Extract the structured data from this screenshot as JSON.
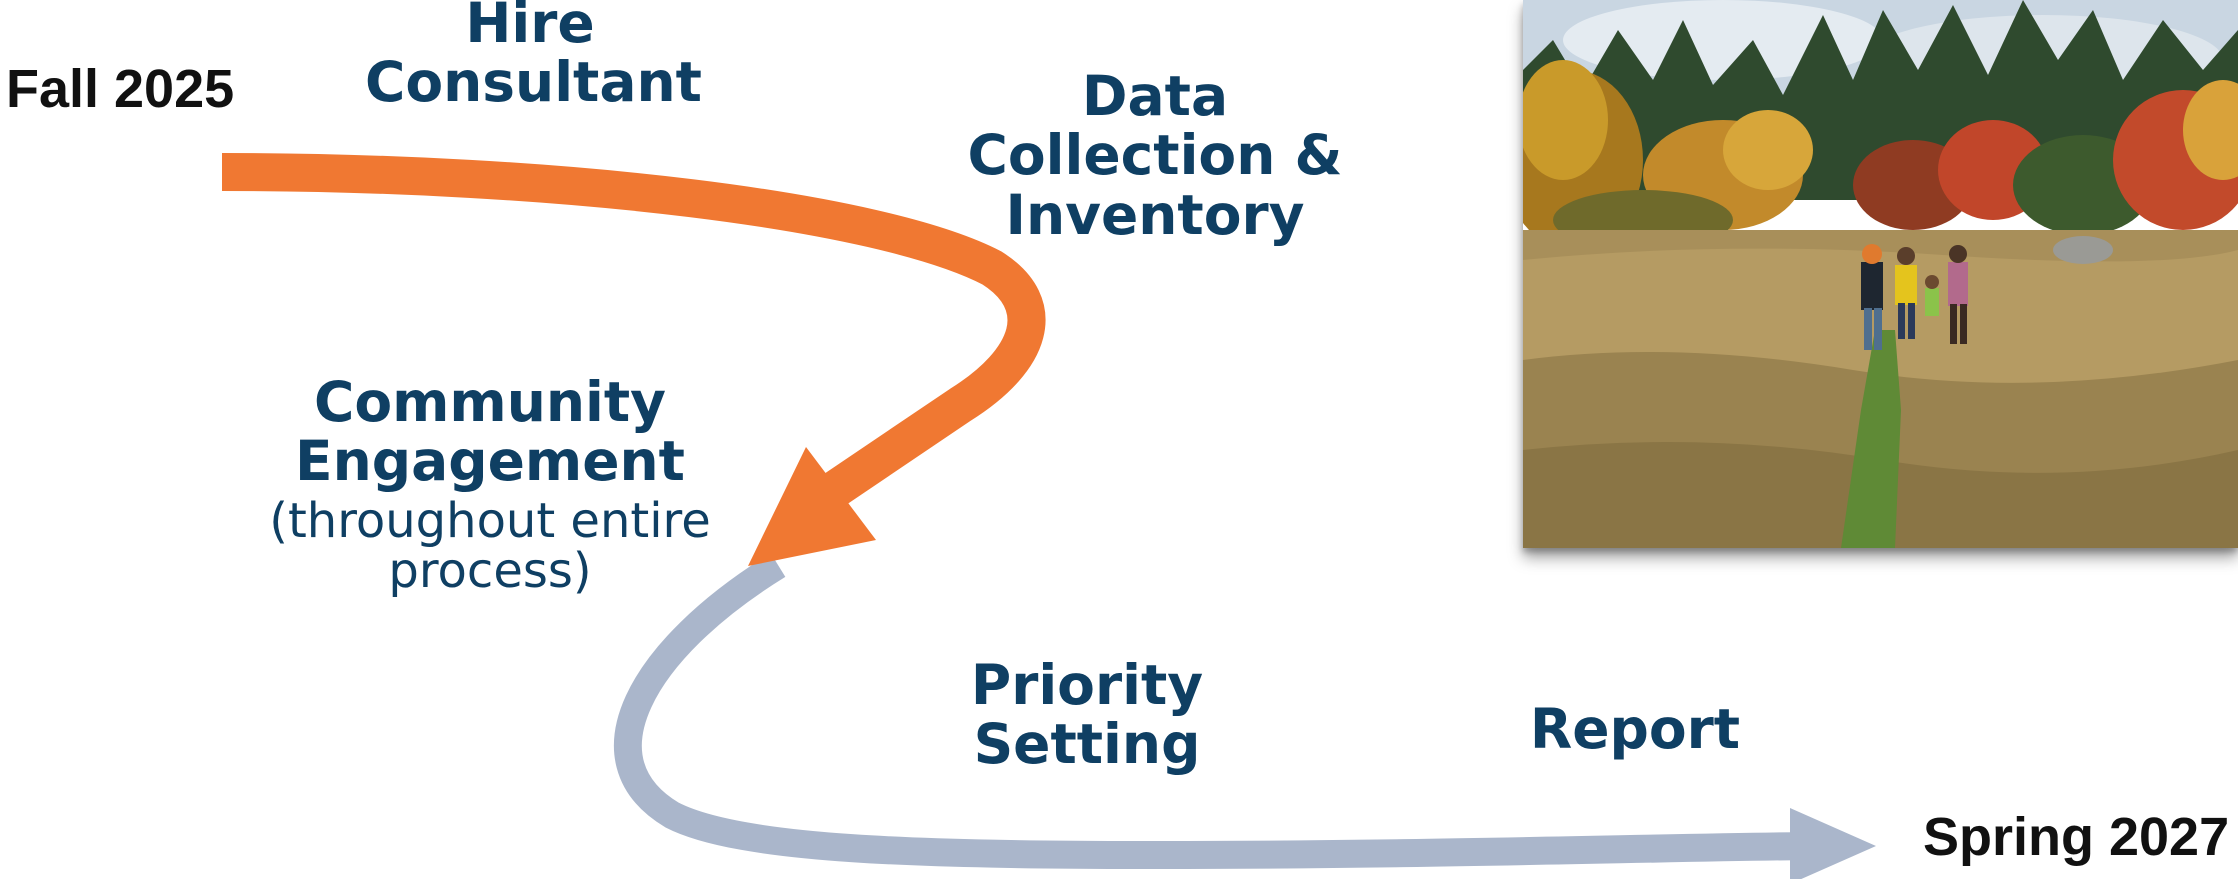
{
  "start_label": "Fall 2025",
  "end_label": "Spring 2027",
  "stages": {
    "hire": {
      "line1": "Hire",
      "line2": "Consultant"
    },
    "data": {
      "line1": "Data",
      "line2": "Collection &",
      "line3": "Inventory"
    },
    "community": {
      "line1": "Community",
      "line2": "Engagement",
      "note_line1": "(throughout entire",
      "note_line2": "process)"
    },
    "priority": {
      "line1": "Priority",
      "line2": "Setting"
    },
    "report": {
      "line1": "Report"
    }
  },
  "colors": {
    "stage_text": "#0f3f63",
    "date_text": "#111111",
    "early_path": "#f07832",
    "late_path": "#aab6cb"
  },
  "photo": {
    "icon": "field-photo-icon"
  }
}
